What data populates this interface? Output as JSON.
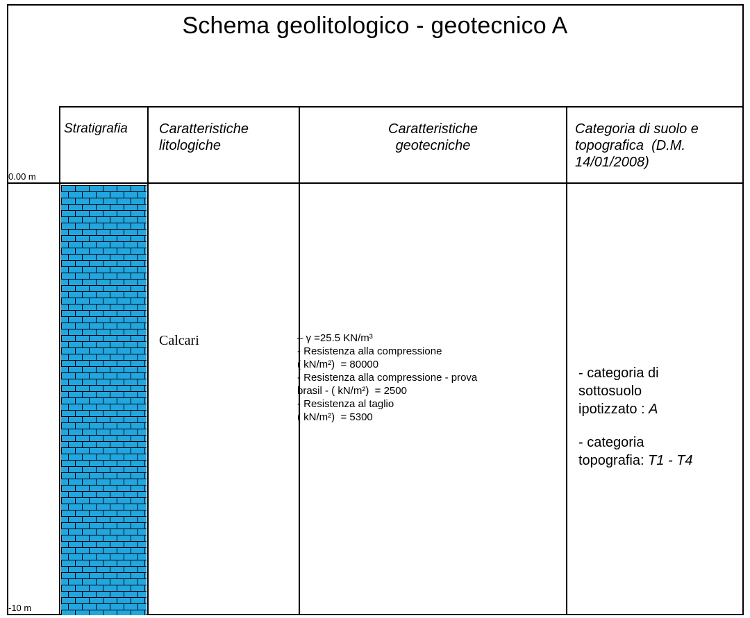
{
  "title": "Schema geolitologico - geotecnico A",
  "headers": {
    "stratigrafia": "Stratigrafia",
    "litologiche": [
      "Caratteristiche",
      "litologiche"
    ],
    "geotecniche": [
      "Caratteristiche",
      "geotecniche"
    ],
    "categoria": [
      "Categoria di suolo e",
      "topografica  (D.M.",
      "14/01/2008)"
    ]
  },
  "depths": {
    "top": "0.00 m",
    "bottom": "-10 m"
  },
  "pattern": {
    "fill_color": "#22a6e0",
    "line_color": "#000000",
    "name": "limestone-brick-pattern"
  },
  "litologia": "Calcari",
  "geotecniche": [
    "– γ =25.5 KN/m³",
    "- Resistenza alla compressione",
    "( kN/m²)  = 80000",
    "- Resistenza alla compressione - prova",
    "brasil - ( kN/m²)  = 2500",
    "- Resistenza al taglio",
    "( kN/m²)  = 5300"
  ],
  "categoria": {
    "sottosuolo_l1": "- categoria di",
    "sottosuolo_l2": "sottosuolo",
    "sottosuolo_l3": "ipotizzato : ",
    "sottosuolo_val": "A",
    "topo_l1": "- categoria",
    "topo_l2": "topografia: ",
    "topo_val": "T1 - T4"
  }
}
